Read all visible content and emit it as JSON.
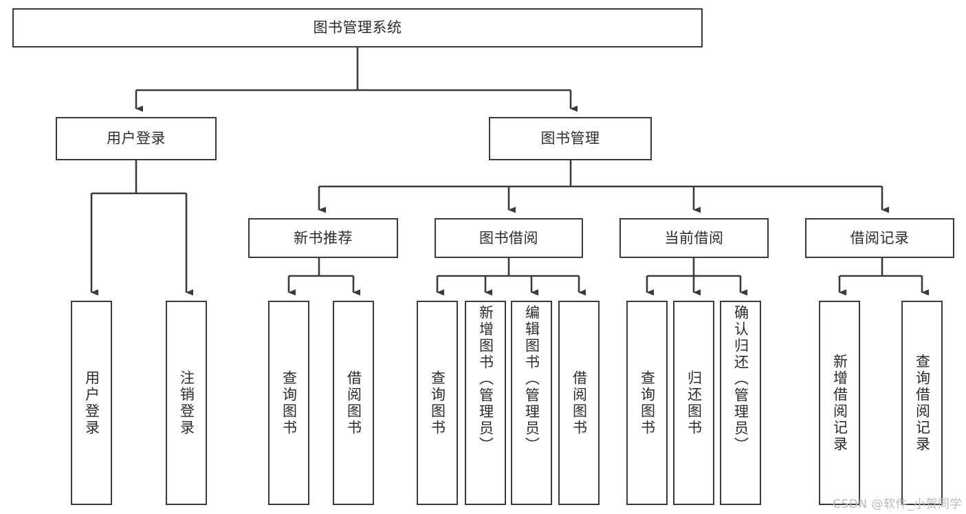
{
  "diagram": {
    "title": "图书管理系统",
    "type": "hierarchy-tree",
    "watermark": "CSDN @软件_小贺同学",
    "colors": {
      "stroke": "#3a3a3a",
      "text": "#2b2b2b",
      "background": "#ffffff",
      "watermark": "#b9b9b9"
    },
    "levels": {
      "root": {
        "label": "图书管理系统"
      },
      "level2": [
        {
          "id": "user-login",
          "label": "用户登录"
        },
        {
          "id": "book-management",
          "label": "图书管理"
        }
      ],
      "level3": [
        {
          "id": "new-book-recommend",
          "label": "新书推荐",
          "parent": "book-management"
        },
        {
          "id": "book-borrow",
          "label": "图书借阅",
          "parent": "book-management"
        },
        {
          "id": "current-borrow",
          "label": "当前借阅",
          "parent": "book-management"
        },
        {
          "id": "borrow-record",
          "label": "借阅记录",
          "parent": "book-management"
        }
      ],
      "leaves": [
        {
          "id": "leaf-user-login",
          "label": "用户登录",
          "parent": "user-login"
        },
        {
          "id": "leaf-logout-login",
          "label": "注销登录",
          "parent": "user-login"
        },
        {
          "id": "leaf-query-book-1",
          "label": "查询图书",
          "parent": "new-book-recommend"
        },
        {
          "id": "leaf-borrow-book-1",
          "label": "借阅图书",
          "parent": "new-book-recommend"
        },
        {
          "id": "leaf-query-book-2",
          "label": "查询图书",
          "parent": "book-borrow"
        },
        {
          "id": "leaf-add-book",
          "label": "新增图书（管理员）",
          "parent": "book-borrow"
        },
        {
          "id": "leaf-edit-book",
          "label": "编辑图书（管理员）",
          "parent": "book-borrow"
        },
        {
          "id": "leaf-borrow-book-2",
          "label": "借阅图书",
          "parent": "book-borrow"
        },
        {
          "id": "leaf-query-book-3",
          "label": "查询图书",
          "parent": "current-borrow"
        },
        {
          "id": "leaf-return-book",
          "label": "归还图书",
          "parent": "current-borrow"
        },
        {
          "id": "leaf-confirm-return",
          "label": "确认归还（管理员）",
          "parent": "current-borrow"
        },
        {
          "id": "leaf-add-record",
          "label": "新增借阅记录",
          "parent": "borrow-record"
        },
        {
          "id": "leaf-query-record",
          "label": "查询借阅记录",
          "parent": "borrow-record"
        }
      ]
    }
  }
}
